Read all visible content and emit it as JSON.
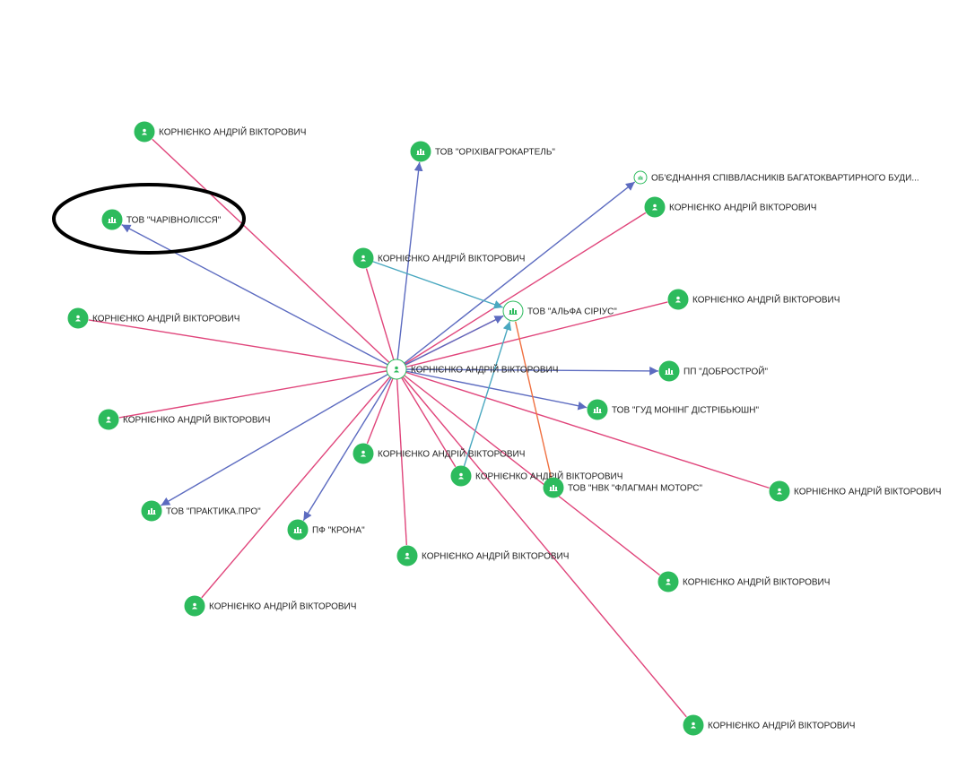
{
  "colors": {
    "node_fill": "#2dbb5d",
    "ownership_edge": "#e0457b",
    "relation_edge": "#5c6bc0",
    "secondary_edge": "#4aa8c0",
    "other_edge": "#f07040",
    "annotation": "#000000"
  },
  "graph": {
    "nodes": [
      {
        "id": "p1",
        "type": "person",
        "label": "КОРНІЄНКО АНДРІЙ ВІКТОРОВИЧ"
      },
      {
        "id": "o1",
        "type": "company",
        "label": "ТОВ \"ОРІХІВАГРОКАРТЕЛЬ\""
      },
      {
        "id": "o2",
        "type": "company-outline",
        "label": "ОБ'ЄДНАННЯ СПІВВЛАСНИКІВ БАГАТОКВАРТИРНОГО БУДИ..."
      },
      {
        "id": "o3",
        "type": "company",
        "label": "ТОВ \"ЧАРІВНОЛІССЯ\"",
        "highlighted": true
      },
      {
        "id": "p2",
        "type": "person",
        "label": "КОРНІЄНКО АНДРІЙ ВІКТОРОВИЧ"
      },
      {
        "id": "p3",
        "type": "person",
        "label": "КОРНІЄНКО АНДРІЙ ВІКТОРОВИЧ"
      },
      {
        "id": "o4",
        "type": "company-outline",
        "label": "ТОВ \"АЛЬФА СІРІУС\""
      },
      {
        "id": "p4",
        "type": "person",
        "label": "КОРНІЄНКО АНДРІЙ ВІКТОРОВИЧ"
      },
      {
        "id": "p5",
        "type": "person",
        "label": "КОРНІЄНКО АНДРІЙ ВІКТОРОВИЧ"
      },
      {
        "id": "c",
        "type": "person-outline",
        "label": "КОРНІЄНКО АНДРІЙ ВІКТОРОВИЧ"
      },
      {
        "id": "o5",
        "type": "company",
        "label": "ПП \"ДОБРОСТРОЙ\""
      },
      {
        "id": "o6",
        "type": "company",
        "label": "ТОВ \"ГУД МОНІНГ ДІСТРІБЬЮШН\""
      },
      {
        "id": "p6",
        "type": "person",
        "label": "КОРНІЄНКО АНДРІЙ ВІКТОРОВИЧ"
      },
      {
        "id": "p7",
        "type": "person",
        "label": "КОРНІЄНКО АНДРІЙ ВІКТОРОВИЧ"
      },
      {
        "id": "p8",
        "type": "person",
        "label": "КОРНІЄНКО АНДРІЙ ВІКТОРОВИЧ"
      },
      {
        "id": "o7",
        "type": "company",
        "label": "ТОВ \"НВК \"ФЛАГМАН МОТОРС\""
      },
      {
        "id": "p9",
        "type": "person",
        "label": "КОРНІЄНКО АНДРІЙ ВІКТОРОВИЧ"
      },
      {
        "id": "o8",
        "type": "company",
        "label": "ТОВ \"ПРАКТИКА.ПРО\""
      },
      {
        "id": "o9",
        "type": "company",
        "label": "ПФ \"КРОНА\""
      },
      {
        "id": "p10",
        "type": "person",
        "label": "КОРНІЄНКО АНДРІЙ ВІКТОРОВИЧ"
      },
      {
        "id": "p11",
        "type": "person",
        "label": "КОРНІЄНКО АНДРІЙ ВІКТОРОВИЧ"
      },
      {
        "id": "p12",
        "type": "person",
        "label": "КОРНІЄНКО АНДРІЙ ВІКТОРОВИЧ"
      },
      {
        "id": "p13",
        "type": "person",
        "label": "КОРНІЄНКО АНДРІЙ ВІКТОРОВИЧ"
      }
    ],
    "edges": [
      {
        "from": "c",
        "to": "p1",
        "kind": "ownership"
      },
      {
        "from": "c",
        "to": "p2",
        "kind": "ownership"
      },
      {
        "from": "c",
        "to": "p3",
        "kind": "ownership"
      },
      {
        "from": "c",
        "to": "p4",
        "kind": "ownership"
      },
      {
        "from": "c",
        "to": "p5",
        "kind": "ownership"
      },
      {
        "from": "c",
        "to": "p6",
        "kind": "ownership"
      },
      {
        "from": "c",
        "to": "p7",
        "kind": "ownership"
      },
      {
        "from": "c",
        "to": "p8",
        "kind": "ownership"
      },
      {
        "from": "c",
        "to": "p9",
        "kind": "ownership"
      },
      {
        "from": "c",
        "to": "p10",
        "kind": "ownership"
      },
      {
        "from": "c",
        "to": "p11",
        "kind": "ownership"
      },
      {
        "from": "c",
        "to": "p12",
        "kind": "ownership"
      },
      {
        "from": "c",
        "to": "p13",
        "kind": "ownership"
      },
      {
        "from": "c",
        "to": "o4",
        "kind": "ownership"
      },
      {
        "from": "c",
        "to": "o1",
        "kind": "relation",
        "arrow": true
      },
      {
        "from": "c",
        "to": "o2",
        "kind": "relation",
        "arrow": true
      },
      {
        "from": "c",
        "to": "o3",
        "kind": "relation",
        "arrow": true
      },
      {
        "from": "c",
        "to": "o4",
        "kind": "relation",
        "arrow": true
      },
      {
        "from": "c",
        "to": "o5",
        "kind": "relation",
        "arrow": true
      },
      {
        "from": "c",
        "to": "o6",
        "kind": "relation",
        "arrow": true
      },
      {
        "from": "c",
        "to": "o8",
        "kind": "relation",
        "arrow": true
      },
      {
        "from": "c",
        "to": "o9",
        "kind": "relation",
        "arrow": true
      },
      {
        "from": "p3",
        "to": "o4",
        "kind": "secondary",
        "arrow": true
      },
      {
        "from": "p8",
        "to": "o4",
        "kind": "secondary",
        "arrow": true
      },
      {
        "from": "o7",
        "to": "o4",
        "kind": "other"
      }
    ]
  }
}
